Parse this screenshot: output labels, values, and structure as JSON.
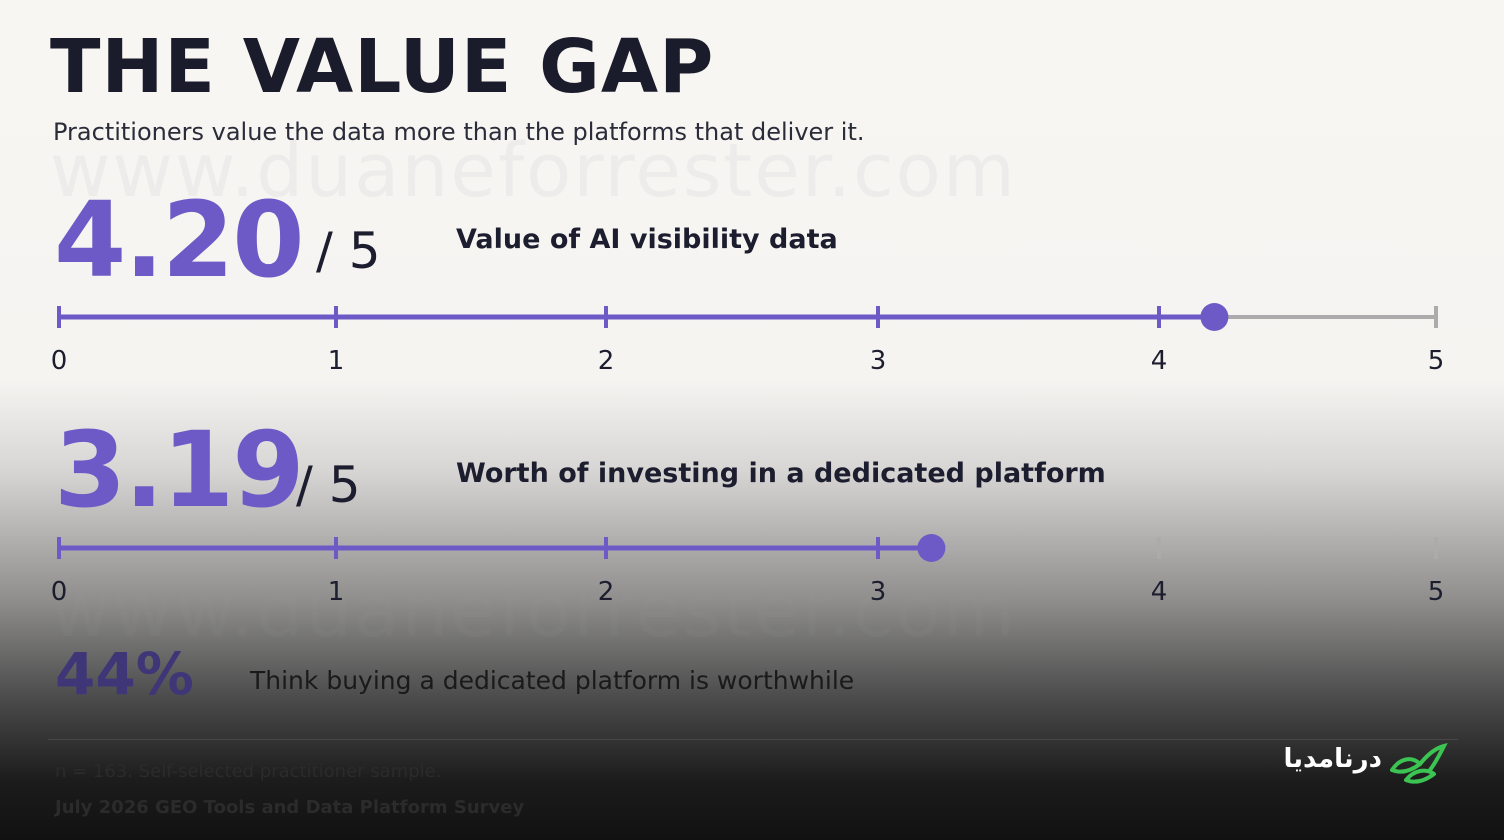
{
  "header": {
    "title": "THE VALUE GAP",
    "subtitle": "Practitioners value the data more than the platforms that deliver it."
  },
  "watermark": "www.duaneforrester.com",
  "metrics": [
    {
      "value_text": "4.20",
      "out_of": "/ 5",
      "label": "Value of AI visibility data"
    },
    {
      "value_text": "3.19",
      "out_of": "/ 5",
      "label": "Worth of investing in a dedicated platform"
    }
  ],
  "stat": {
    "value": "44%",
    "text": "Think buying a dedicated platform is worthwhile"
  },
  "footer": {
    "note": "n = 163. Self-selected practitioner sample.",
    "source": "July 2026 GEO Tools and Data Platform Survey"
  },
  "logo": {
    "text": "درنامدیا",
    "icon": "leaf-bird-icon"
  },
  "colors": {
    "accent": "#6e5ac7",
    "track_rest": "#ababab",
    "dark_purple": "#3f3678",
    "logo_green": "#3cc453"
  },
  "chart_data": [
    {
      "type": "bar",
      "orientation": "horizontal-gauge",
      "title": "Value of AI visibility data",
      "value": 4.2,
      "xlim": [
        0,
        5
      ],
      "ticks": [
        0,
        1,
        2,
        3,
        4,
        5
      ],
      "tick_labels": [
        "0",
        "1",
        "2",
        "3",
        "4",
        "5"
      ]
    },
    {
      "type": "bar",
      "orientation": "horizontal-gauge",
      "title": "Worth of investing in a dedicated platform",
      "value": 3.19,
      "xlim": [
        0,
        5
      ],
      "ticks": [
        0,
        1,
        2,
        3,
        4,
        5
      ],
      "tick_labels": [
        "0",
        "1",
        "2",
        "3",
        "4",
        "5"
      ]
    }
  ]
}
